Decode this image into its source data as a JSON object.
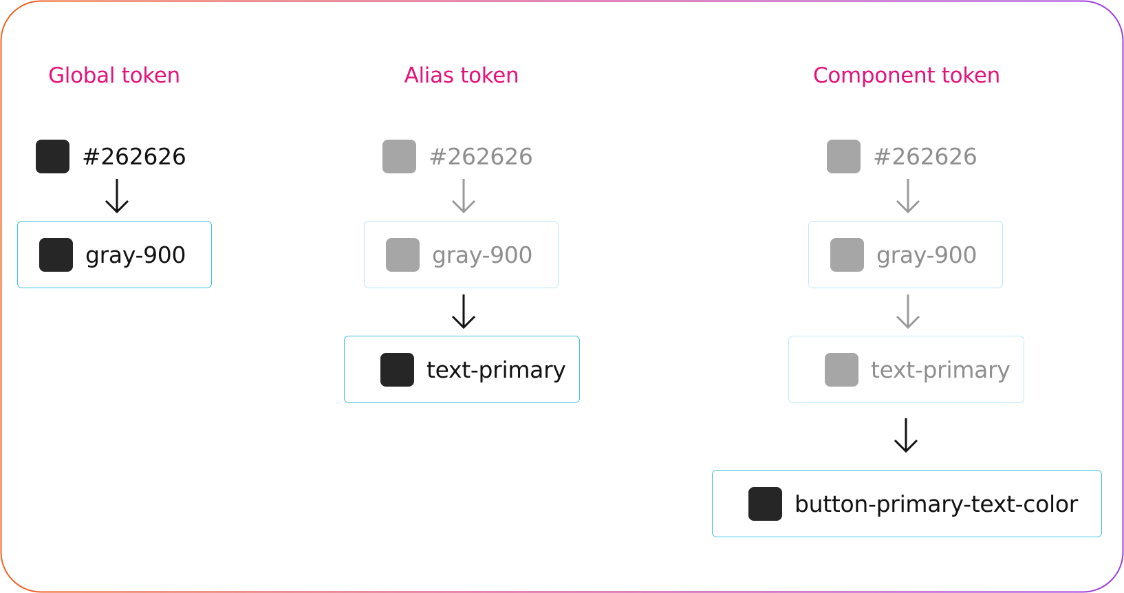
{
  "colors": {
    "heading": "#e3137a",
    "swatch_active": "#262626",
    "swatch_faded": "#a6a6a6",
    "box_border_active": "#3ec0de",
    "box_border_faded": "#bde8f3",
    "frame_gradient_start": "#f06423",
    "frame_gradient_end": "#9b3fe0"
  },
  "global": {
    "heading": "Global token",
    "value": "#262626",
    "token": "gray-900"
  },
  "alias": {
    "heading": "Alias token",
    "value": "#262626",
    "global_token": "gray-900",
    "token": "text-primary"
  },
  "component": {
    "heading": "Component token",
    "value": "#262626",
    "global_token": "gray-900",
    "alias_token": "text-primary",
    "token": "button-primary-text-color"
  }
}
